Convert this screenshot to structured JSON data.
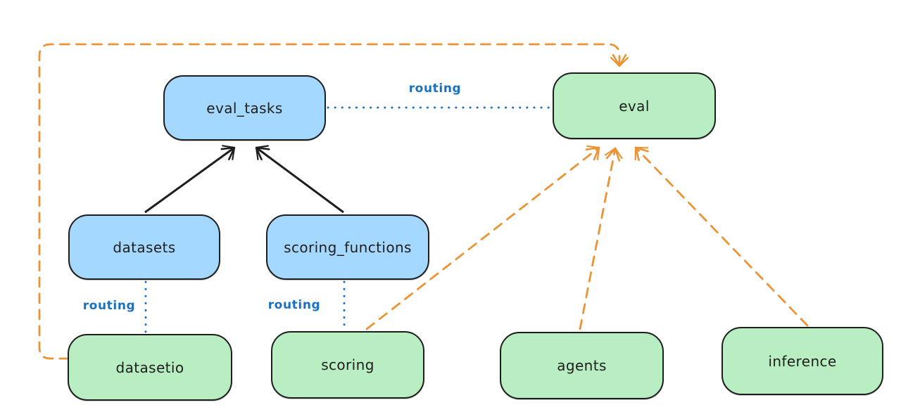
{
  "diagram": {
    "background": "#ffffff",
    "nodes": [
      {
        "id": "eval_tasks",
        "label": "eval_tasks",
        "fill": "#a5d8ff",
        "kind": "registry"
      },
      {
        "id": "eval",
        "label": "eval",
        "fill": "#b9edc2",
        "kind": "api"
      },
      {
        "id": "datasets",
        "label": "datasets",
        "fill": "#a5d8ff",
        "kind": "registry"
      },
      {
        "id": "scoring_functions",
        "label": "scoring_functions",
        "fill": "#a5d8ff",
        "kind": "registry"
      },
      {
        "id": "datasetio",
        "label": "datasetio",
        "fill": "#b9edc2",
        "kind": "api"
      },
      {
        "id": "scoring",
        "label": "scoring",
        "fill": "#b9edc2",
        "kind": "api"
      },
      {
        "id": "agents",
        "label": "agents",
        "fill": "#b9edc2",
        "kind": "api"
      },
      {
        "id": "inference",
        "label": "inference",
        "fill": "#b9edc2",
        "kind": "api"
      }
    ],
    "edges": [
      {
        "from": "datasets",
        "to": "eval_tasks",
        "style": "solid",
        "color": "#1e1e1e",
        "label": ""
      },
      {
        "from": "scoring_functions",
        "to": "eval_tasks",
        "style": "solid",
        "color": "#1e1e1e",
        "label": ""
      },
      {
        "from": "eval_tasks",
        "to": "eval",
        "style": "dotted",
        "color": "#1971c2",
        "label": "routing"
      },
      {
        "from": "datasets",
        "to": "datasetio",
        "style": "dotted",
        "color": "#1971c2",
        "label": "routing"
      },
      {
        "from": "scoring_functions",
        "to": "scoring",
        "style": "dotted",
        "color": "#1971c2",
        "label": "routing"
      },
      {
        "from": "datasetio",
        "to": "eval",
        "style": "dashed",
        "color": "#ec9435",
        "label": ""
      },
      {
        "from": "scoring",
        "to": "eval",
        "style": "dashed",
        "color": "#ec9435",
        "label": ""
      },
      {
        "from": "agents",
        "to": "eval",
        "style": "dashed",
        "color": "#ec9435",
        "label": ""
      },
      {
        "from": "inference",
        "to": "eval",
        "style": "dashed",
        "color": "#ec9435",
        "label": ""
      }
    ],
    "colors": {
      "node_border": "#1e1e1e",
      "registry_fill": "#a5d8ff",
      "api_fill": "#b9edc2",
      "solid_arrow": "#1e1e1e",
      "dashed_arrow": "#ec9435",
      "routing_line": "#1971c2",
      "text": "#1e1e1e"
    }
  }
}
